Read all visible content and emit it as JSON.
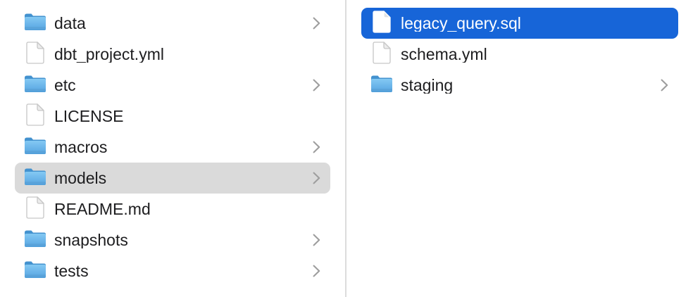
{
  "colors": {
    "selection_primary_blue": "#1765d8",
    "selection_secondary_gray": "#dadada",
    "selected_text": "#ffffff",
    "text": "#1d1d1f",
    "divider": "#dcdcdc",
    "chevron": "#9e9e9e",
    "folder_back_blue": "#4392cf",
    "folder_front_blue_top": "#84c9f3",
    "folder_front_blue_bottom": "#55a4e1",
    "background": "#ffffff"
  },
  "columns": [
    {
      "name": "parent-column",
      "items": [
        {
          "label": "data",
          "type": "folder",
          "chevron": true,
          "selected": null
        },
        {
          "label": "dbt_project.yml",
          "type": "file",
          "chevron": false,
          "selected": null
        },
        {
          "label": "etc",
          "type": "folder",
          "chevron": true,
          "selected": null
        },
        {
          "label": "LICENSE",
          "type": "file",
          "chevron": false,
          "selected": null
        },
        {
          "label": "macros",
          "type": "folder",
          "chevron": true,
          "selected": null
        },
        {
          "label": "models",
          "type": "folder",
          "chevron": true,
          "selected": "secondary"
        },
        {
          "label": "README.md",
          "type": "file",
          "chevron": false,
          "selected": null
        },
        {
          "label": "snapshots",
          "type": "folder",
          "chevron": true,
          "selected": null
        },
        {
          "label": "tests",
          "type": "folder",
          "chevron": true,
          "selected": null
        }
      ]
    },
    {
      "name": "child-column",
      "items": [
        {
          "label": "legacy_query.sql",
          "type": "file",
          "chevron": false,
          "selected": "primary"
        },
        {
          "label": "schema.yml",
          "type": "file",
          "chevron": false,
          "selected": null
        },
        {
          "label": "staging",
          "type": "folder",
          "chevron": true,
          "selected": null
        }
      ]
    }
  ]
}
